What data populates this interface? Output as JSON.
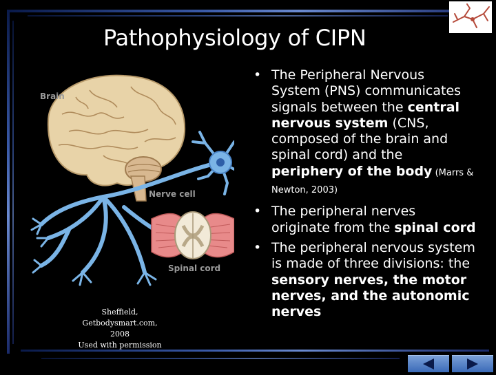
{
  "slide": {
    "title": "Pathophysiology of CIPN",
    "bullets": [
      {
        "segments": [
          {
            "text": "The Peripheral Nervous System (PNS) communicates signals between the ",
            "bold": false
          },
          {
            "text": "central nervous system",
            "bold": true
          },
          {
            "text": " (CNS, composed of the brain and spinal cord) and the ",
            "bold": false
          },
          {
            "text": "periphery of the body",
            "bold": true
          },
          {
            "text": " (Marrs & Newton, 2003)",
            "bold": false,
            "small": true
          }
        ]
      },
      {
        "segments": [
          {
            "text": "The peripheral nerves originate from the ",
            "bold": false
          },
          {
            "text": "spinal cord",
            "bold": true
          }
        ]
      },
      {
        "segments": [
          {
            "text": "The peripheral nervous system is made of three divisions: the ",
            "bold": false
          },
          {
            "text": "sensory nerves, the motor nerves, and the autonomic nerves",
            "bold": true
          }
        ]
      }
    ],
    "bullet_glyph": "•"
  },
  "illustration": {
    "labels": {
      "brain": "Brain",
      "nerve_cell": "Nerve cell",
      "spinal_cord": "Spinal cord"
    },
    "citation_lines": [
      "Sheffield,",
      "Getbodysmart.com, 2008",
      "Used with permission"
    ]
  },
  "navigation": {
    "prev_icon": "triangle-left-icon",
    "next_icon": "triangle-right-icon"
  },
  "colors": {
    "background": "#000000",
    "text": "#ffffff",
    "accent_blue": "#3a6ab8",
    "neuron_blue": "#7ab4e6",
    "brain": "#e8d3a8",
    "muscle": "#e88a8a"
  }
}
